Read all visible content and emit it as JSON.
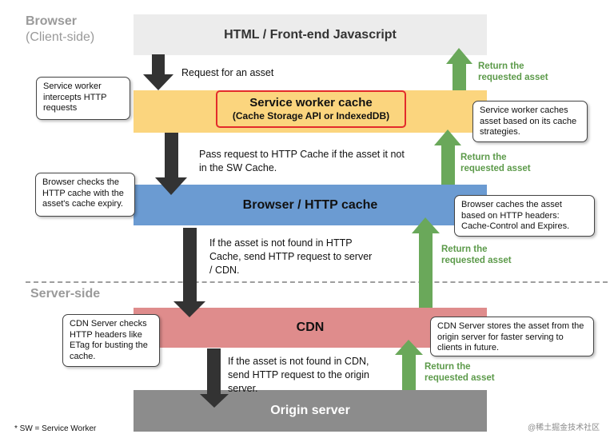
{
  "labels": {
    "browser": "Browser",
    "client_side": "(Client-side)",
    "server_side": "Server-side",
    "footnote": "* SW = Service Worker",
    "watermark": "@稀土掘金技术社区"
  },
  "bands": {
    "html": "HTML / Front-end Javascript",
    "sw_title": "Service worker cache",
    "sw_sub": "(Cache Storage API or IndexedDB)",
    "http": "Browser / HTTP cache",
    "cdn": "CDN",
    "origin": "Origin server"
  },
  "flow_text": {
    "request_asset": "Request for an asset",
    "pass_request": "Pass request to HTTP Cache if the asset it not in the SW Cache.",
    "not_found_http": "If the asset is not found in HTTP Cache, send HTTP request to server / CDN.",
    "not_found_cdn": "If the asset is not found in CDN, send HTTP request to the origin server."
  },
  "return_label": "Return the requested asset",
  "callouts": {
    "sw_intercepts": "Service worker intercepts HTTP requests",
    "sw_caches": "Service worker caches asset based on its cache strategies.",
    "browser_checks": "Browser checks the HTTP cache with the asset's cache expiry.",
    "browser_caches": "Browser caches the asset based on HTTP headers: Cache-Control and Expires.",
    "cdn_checks": "CDN Server checks HTTP headers like ETag for busting the cache.",
    "cdn_stores": "CDN Server stores the asset from the origin server for faster serving to clients in future."
  },
  "colors": {
    "html_band": "#ececec",
    "sw_band": "#fbd57e",
    "sw_border": "#e32b2b",
    "http_band": "#6b9bd2",
    "cdn_band": "#df8c8c",
    "origin_band": "#8c8c8c",
    "down_arrow": "#333333",
    "up_arrow": "#6aa85a",
    "return_text": "#5c9a4a"
  }
}
